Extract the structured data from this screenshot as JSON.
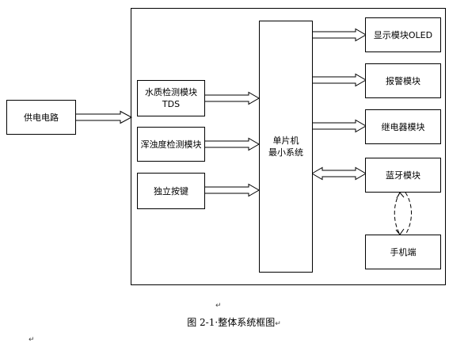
{
  "diagram": {
    "power": "供电电路",
    "water_quality": "水质检测模块\nTDS",
    "turbidity": "浑浊度检测模块",
    "key": "独立按键",
    "mcu": "单片机\n最小系统",
    "oled": "显示模块OLED",
    "alarm": "报警模块",
    "relay": "继电器模块",
    "bluetooth": "蓝牙模块",
    "phone": "手机端"
  },
  "caption": "图 2-1·整体系统框图",
  "paragraph_marks": [
    "↵",
    "↵",
    "↵"
  ]
}
